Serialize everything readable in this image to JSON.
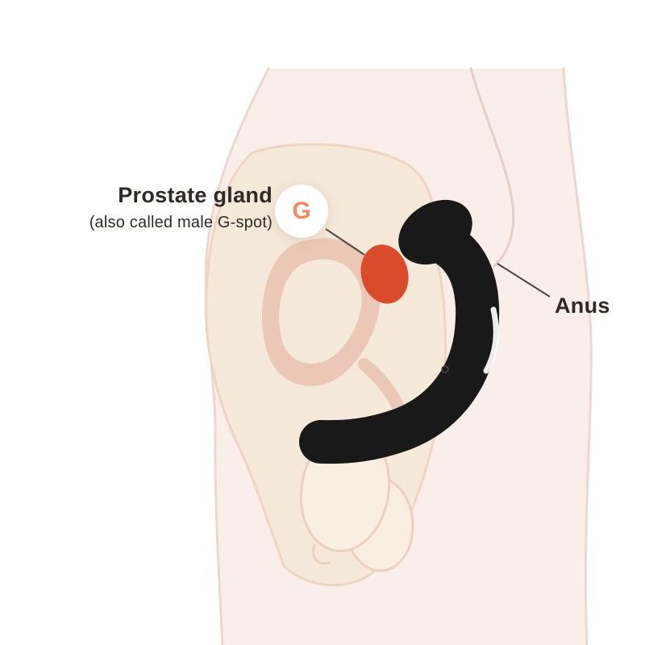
{
  "diagram": {
    "labels": {
      "prostate_line1": "Prostate gland",
      "prostate_line2": "(also called male G-spot)",
      "g_badge": "G",
      "anus": "Anus"
    },
    "colors": {
      "prostate": "#d94b2b",
      "g_letter": "#ee8c5f",
      "device": "#191919",
      "body_light": "#f9eeea",
      "body_cream": "#f5e9d9",
      "outline_band": "#eac7b6",
      "contour_line": "#ecd8d0",
      "text": "#2f2a27"
    }
  }
}
